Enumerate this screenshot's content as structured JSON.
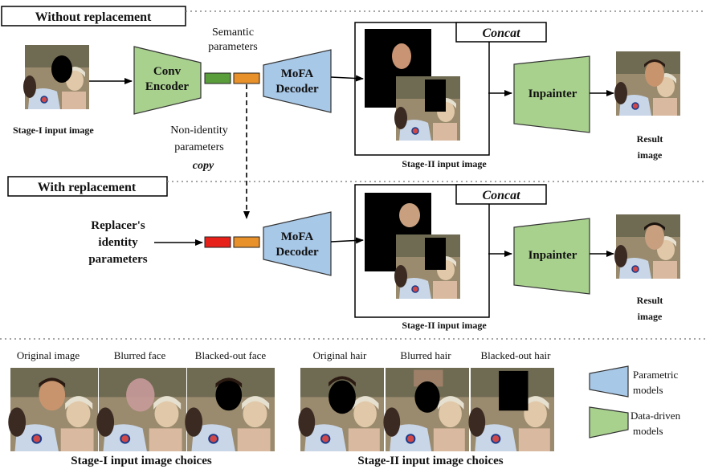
{
  "section_without": "Without replacement",
  "section_with": "With replacement",
  "semantic_parameters": [
    "Semantic",
    "parameters"
  ],
  "non_identity": [
    "Non-identity",
    "parameters"
  ],
  "copy_label": "copy",
  "conv_encoder": [
    "Conv",
    "Encoder"
  ],
  "mofa_decoder": [
    "MoFA",
    "Decoder"
  ],
  "inpainter": "Inpainter",
  "concat": "Concat",
  "stage1_input": "Stage-I input image",
  "stage2_input": "Stage-II input image",
  "result_image": [
    "Result",
    "image"
  ],
  "replacer_identity": [
    "Replacer's",
    "identity",
    "parameters"
  ],
  "stage1_choices_title": "Stage-I input  image choices",
  "stage2_choices_title": "Stage-II input  image choices",
  "stage1_choices": [
    "Original image",
    "Blurred face",
    "Blacked-out face"
  ],
  "stage2_choices": [
    "Original hair",
    "Blurred hair",
    "Blacked-out hair"
  ],
  "legend": {
    "parametric": [
      "Parametric",
      "models"
    ],
    "data_driven": [
      "Data-driven",
      "models"
    ]
  },
  "colors": {
    "parametric": "#a8c8e8",
    "data_driven": "#a9d18e",
    "identity_green": "#5a9e3c",
    "identity_red": "#e8201a",
    "non_identity_orange": "#e8902a"
  }
}
